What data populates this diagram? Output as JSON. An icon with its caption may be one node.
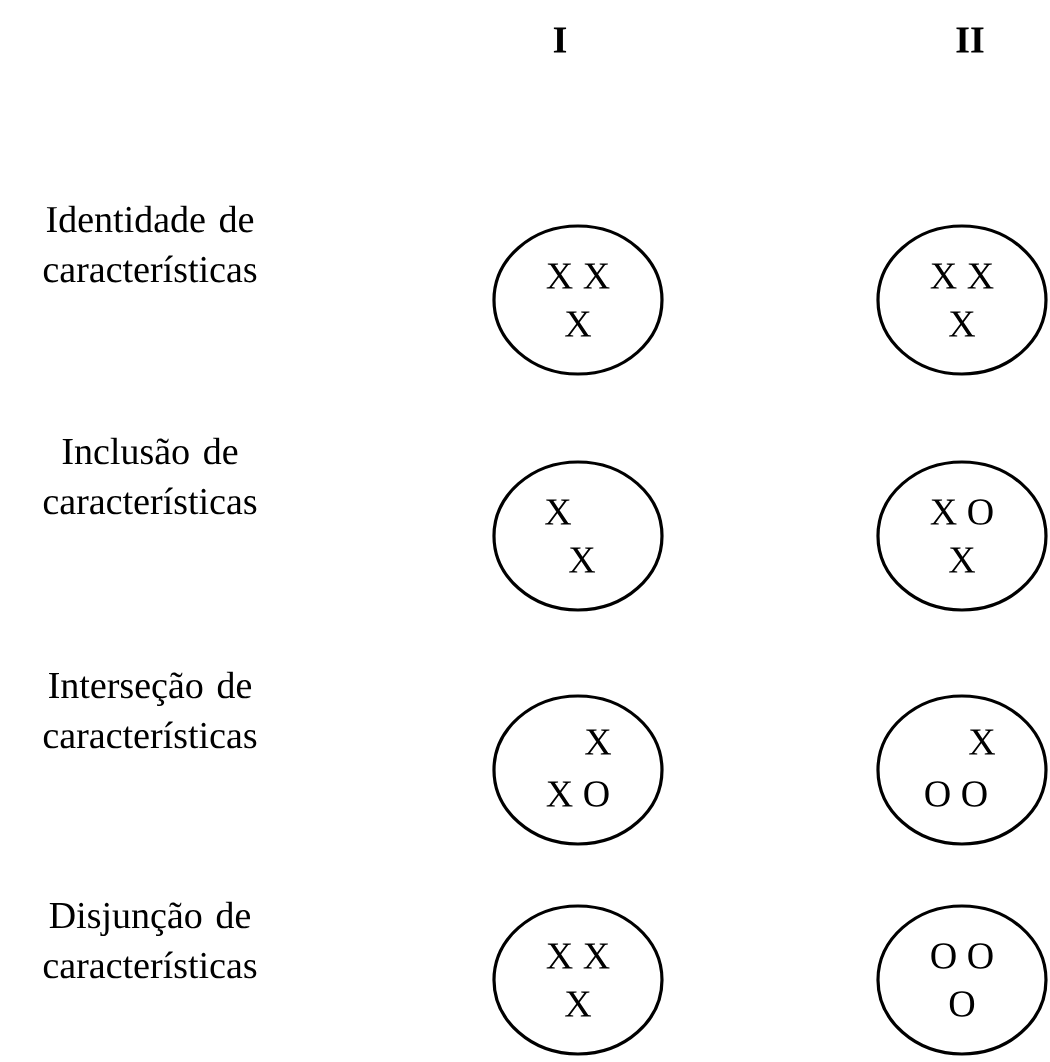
{
  "diagram": {
    "nodes": [
      {
        "text": [
          "X X",
          "X"
        ]
      },
      {
        "text": [
          "X X",
          "X"
        ]
      },
      {
        "text": [
          "X",
          "X"
        ]
      },
      {
        "text": [
          "X O",
          "X"
        ]
      },
      {
        "text": [
          "X",
          "X O"
        ]
      },
      {
        "text": [
          "X",
          "O O"
        ]
      },
      {
        "text": [
          "X X",
          "X"
        ]
      },
      {
        "text": [
          "O O",
          "O"
        ]
      }
    ],
    "edges": [],
    "labels": [
      "I",
      "II",
      "Identidade de características",
      "Inclusão de características",
      "Interseção de características",
      "Disjunção de características"
    ]
  }
}
